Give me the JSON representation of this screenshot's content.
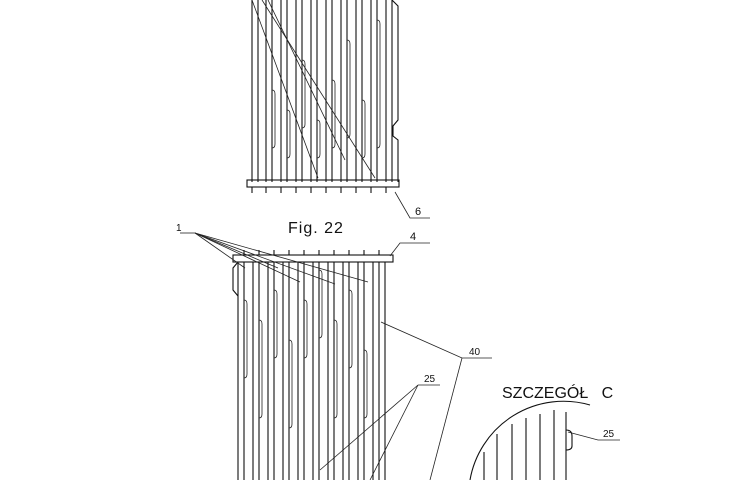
{
  "figure": {
    "caption": "Fig. 22",
    "detail_title": "SZCZEGÓŁ   C"
  },
  "callouts": {
    "rail_top": "6",
    "rail_bottom": "4",
    "pins": "1",
    "plates": "40",
    "spacer": "25",
    "detail_spacer": "25"
  }
}
